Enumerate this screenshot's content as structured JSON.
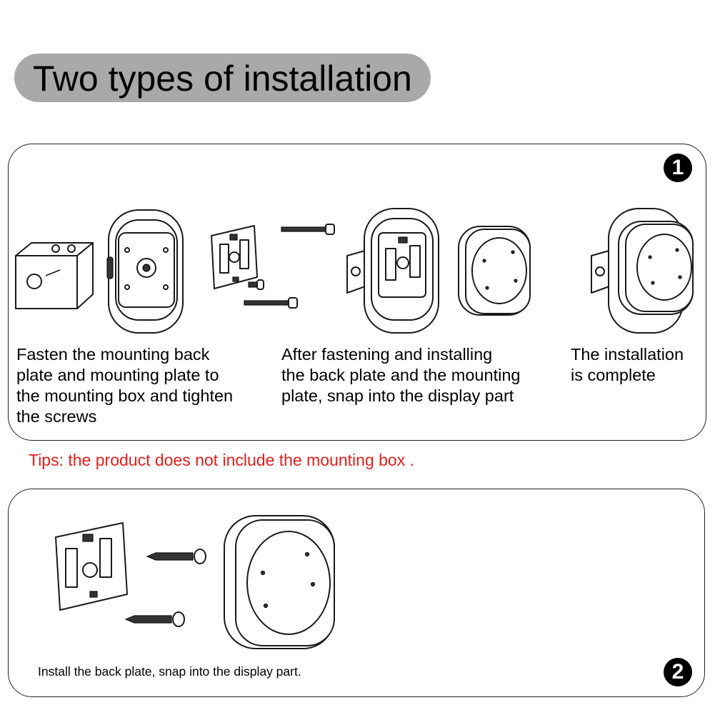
{
  "title": "Two types of installation",
  "method1": {
    "badge": "1",
    "step1": "Fasten the mounting back\nplate and mounting plate to\nthe mounting box and tighten\nthe screws",
    "step2": "After fastening and installing\nthe back plate and the mounting\nplate, snap into the display part",
    "step3": "The installation\nis complete"
  },
  "tips": "Tips: the product does not include the mounting box .",
  "method2": {
    "badge": "2",
    "caption": "Install the back plate,  snap into the display part."
  }
}
